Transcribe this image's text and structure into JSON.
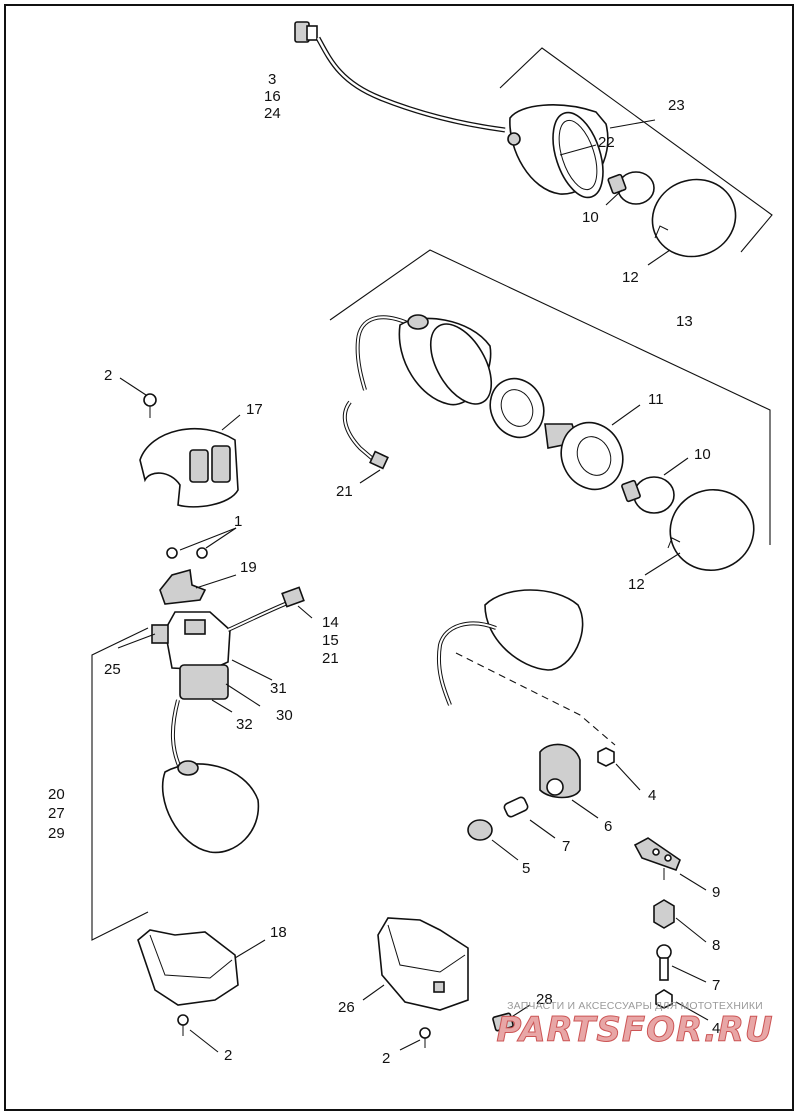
{
  "callouts": {
    "c3": "3",
    "c16": "16",
    "c24": "24",
    "c23": "23",
    "c22": "22",
    "c10a": "10",
    "c12a": "12",
    "c13": "13",
    "c11": "11",
    "c10b": "10",
    "c12b": "12",
    "c21a": "21",
    "c2a": "2",
    "c17": "17",
    "c1": "1",
    "c19": "19",
    "c14": "14",
    "c15": "15",
    "c21b": "21",
    "c25": "25",
    "c31": "31",
    "c30": "30",
    "c32": "32",
    "c20": "20",
    "c27": "27",
    "c29": "29",
    "c4a": "4",
    "c6": "6",
    "c7a": "7",
    "c5": "5",
    "c9": "9",
    "c8": "8",
    "c7b": "7",
    "c4b": "4",
    "c18": "18",
    "c2b": "2",
    "c26": "26",
    "c28": "28",
    "c2c": "2"
  },
  "watermark": {
    "tagline": "ЗАПЧАСТИ И АКСЕССУАРЫ ДЛЯ МОТОТЕХНИКИ",
    "logo": "PARTSFOR.RU"
  }
}
